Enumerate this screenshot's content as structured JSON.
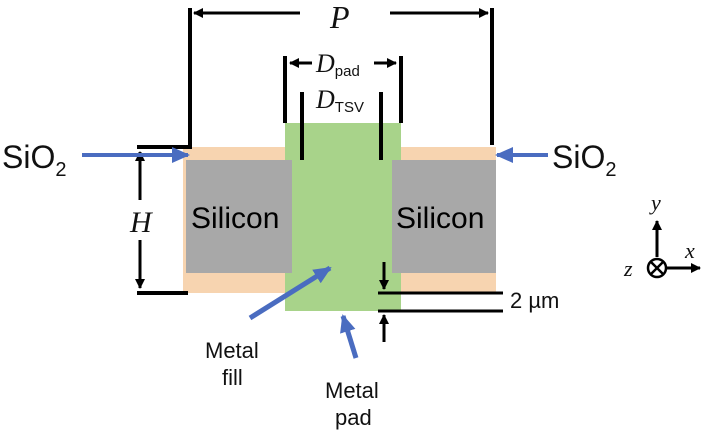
{
  "labels": {
    "sio2_left": "SiO",
    "sio2_left_sub": "2",
    "sio2_right": "SiO",
    "sio2_right_sub": "2",
    "silicon_left": "Silicon",
    "silicon_right": "Silicon",
    "p": "P",
    "h": "H",
    "d_pad": "D",
    "d_pad_sub": "pad",
    "d_tsv": "D",
    "d_tsv_sub": "TSV",
    "metal_fill_line1": "Metal",
    "metal_fill_line2": "fill",
    "metal_pad_line1": "Metal",
    "metal_pad_line2": "pad",
    "thickness": "2 µm",
    "axis_y": "y",
    "axis_x": "x",
    "axis_z": "z"
  },
  "colors": {
    "oxide": "#f7d4b0",
    "silicon": "#a8a8a8",
    "metal": "#a8d38a",
    "arrow_blue": "#4a6cc0",
    "line": "#000000"
  },
  "icons": {
    "out_of_page_axis": "circle-cross-icon"
  }
}
